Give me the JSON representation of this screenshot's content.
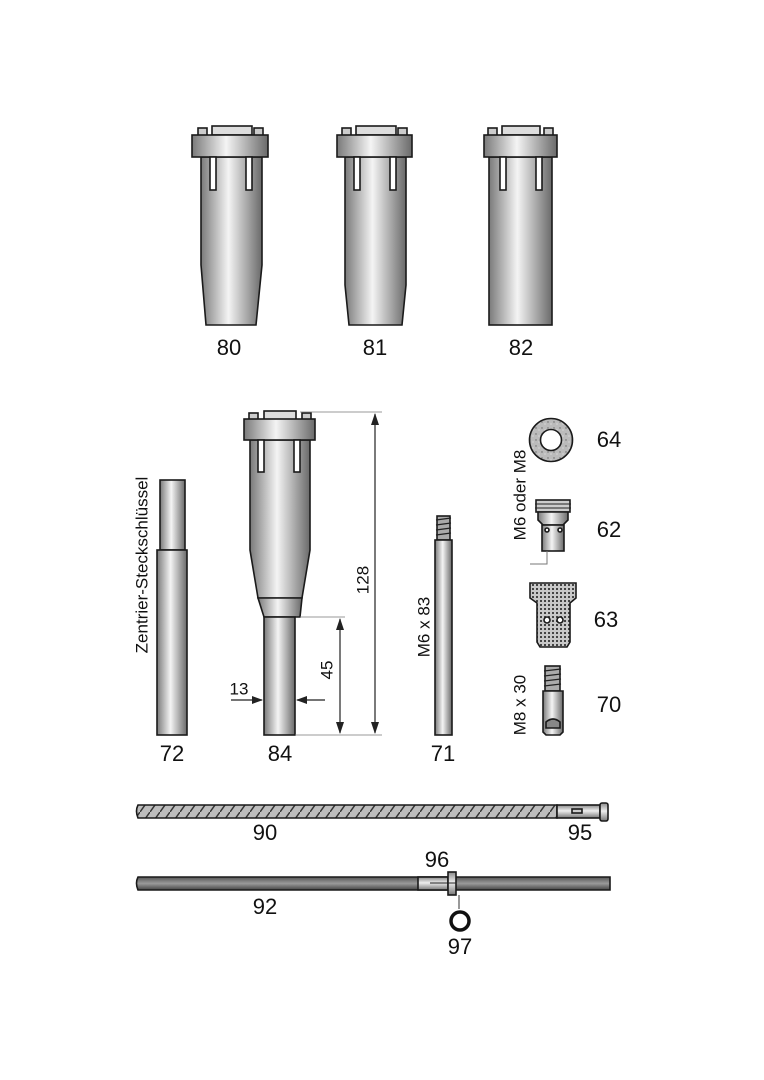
{
  "parts": {
    "p80": "80",
    "p81": "81",
    "p82": "82",
    "p84": "84",
    "p72": "72",
    "p71": "71",
    "p64": "64",
    "p62": "62",
    "p63": "63",
    "p70": "70",
    "p90": "90",
    "p95": "95",
    "p92": "92",
    "p96": "96",
    "p97": "97"
  },
  "notes": {
    "wrench": "Zentrier-Steckschlüssel",
    "rod71": "M6 x 83",
    "thread62": "M6 oder M8",
    "tip70": "M8 x 30"
  },
  "dimensions": {
    "total_length": "128",
    "tube_length": "45",
    "tube_diameter": "13"
  },
  "colors": {
    "metal_light": "#f2f2f2",
    "metal_mid": "#b5b5b5",
    "metal_dark": "#6e6e6e",
    "outline": "#1a1a1a"
  }
}
